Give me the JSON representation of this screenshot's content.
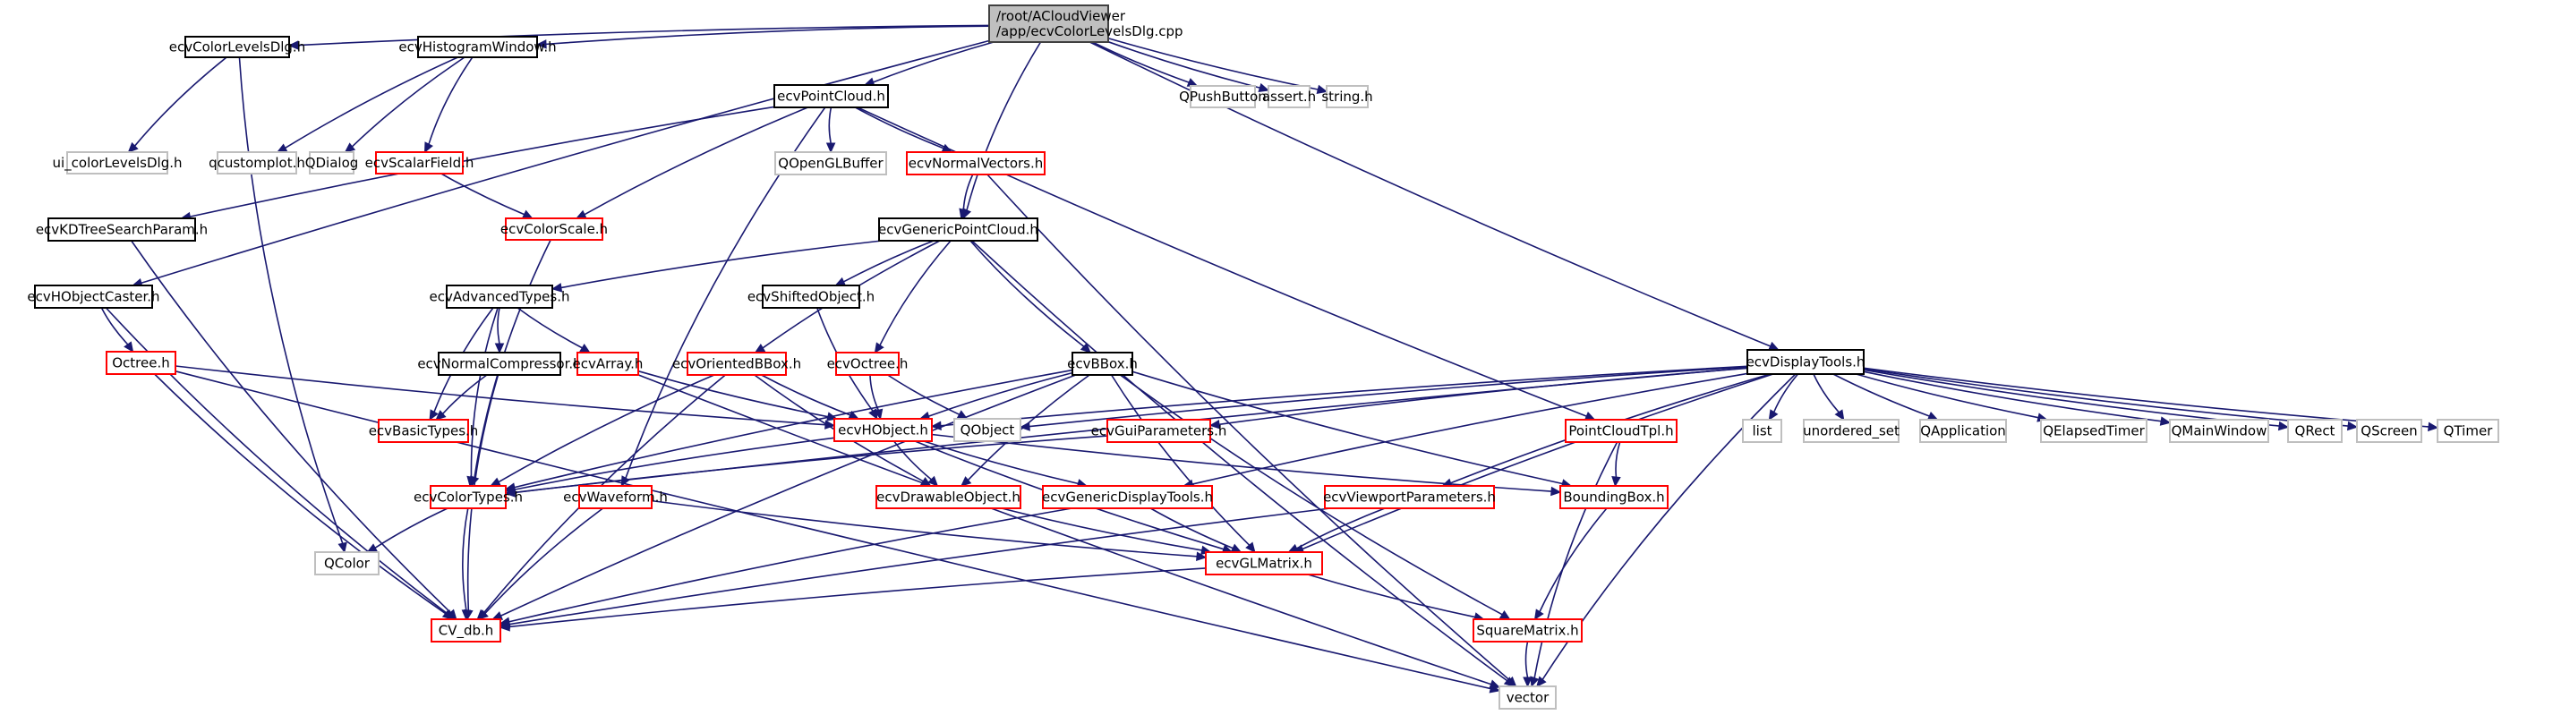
{
  "title": "Include dependency graph for ecvColorLevelsDlg.cpp",
  "colors": {
    "root_fill": "#bfbfbf",
    "root_border": "#404040",
    "documented_border": "#000000",
    "truncated_border": "#ff0000",
    "external_border": "#bfbfbf",
    "edge": "#191970"
  },
  "nodes": [
    {
      "id": "root",
      "label": [
        "/root/ACloudViewer",
        "/app/ecvColorLevelsDlg.cpp"
      ],
      "kind": "root"
    },
    {
      "id": "ecvColorLevelsDlg_h",
      "label": [
        "ecvColorLevelsDlg.h"
      ],
      "kind": "documented"
    },
    {
      "id": "ecvHistogramWindow_h",
      "label": [
        "ecvHistogramWindow.h"
      ],
      "kind": "documented"
    },
    {
      "id": "ecvPointCloud_h",
      "label": [
        "ecvPointCloud.h"
      ],
      "kind": "documented"
    },
    {
      "id": "QPushButton",
      "label": [
        "QPushButton"
      ],
      "kind": "external"
    },
    {
      "id": "assert_h",
      "label": [
        "assert.h"
      ],
      "kind": "external"
    },
    {
      "id": "string_h",
      "label": [
        "string.h"
      ],
      "kind": "external"
    },
    {
      "id": "ui_colorLevelsDlg_h",
      "label": [
        "ui_colorLevelsDlg.h"
      ],
      "kind": "external"
    },
    {
      "id": "qcustomplot_h",
      "label": [
        "qcustomplot.h"
      ],
      "kind": "external"
    },
    {
      "id": "QDialog",
      "label": [
        "QDialog"
      ],
      "kind": "external"
    },
    {
      "id": "ecvScalarField_h",
      "label": [
        "ecvScalarField.h"
      ],
      "kind": "truncated"
    },
    {
      "id": "QOpenGLBuffer",
      "label": [
        "QOpenGLBuffer"
      ],
      "kind": "external"
    },
    {
      "id": "ecvNormalVectors_h",
      "label": [
        "ecvNormalVectors.h"
      ],
      "kind": "truncated"
    },
    {
      "id": "ecvKDTreeSearchParam_h",
      "label": [
        "ecvKDTreeSearchParam.h"
      ],
      "kind": "documented"
    },
    {
      "id": "ecvColorScale_h",
      "label": [
        "ecvColorScale.h"
      ],
      "kind": "truncated"
    },
    {
      "id": "ecvGenericPointCloud_h",
      "label": [
        "ecvGenericPointCloud.h"
      ],
      "kind": "documented"
    },
    {
      "id": "ecvHObjectCaster_h",
      "label": [
        "ecvHObjectCaster.h"
      ],
      "kind": "documented"
    },
    {
      "id": "ecvAdvancedTypes_h",
      "label": [
        "ecvAdvancedTypes.h"
      ],
      "kind": "documented"
    },
    {
      "id": "ecvShiftedObject_h",
      "label": [
        "ecvShiftedObject.h"
      ],
      "kind": "documented"
    },
    {
      "id": "Octree_h",
      "label": [
        "Octree.h"
      ],
      "kind": "truncated"
    },
    {
      "id": "ecvNormalCompressor_h",
      "label": [
        "ecvNormalCompressor.h"
      ],
      "kind": "documented"
    },
    {
      "id": "ecvArray_h",
      "label": [
        "ecvArray.h"
      ],
      "kind": "truncated"
    },
    {
      "id": "ecvOrientedBBox_h",
      "label": [
        "ecvOrientedBBox.h"
      ],
      "kind": "truncated"
    },
    {
      "id": "ecvOctree_h",
      "label": [
        "ecvOctree.h"
      ],
      "kind": "truncated"
    },
    {
      "id": "ecvBBox_h",
      "label": [
        "ecvBBox.h"
      ],
      "kind": "documented"
    },
    {
      "id": "ecvDisplayTools_h",
      "label": [
        "ecvDisplayTools.h"
      ],
      "kind": "documented"
    },
    {
      "id": "ecvBasicTypes_h",
      "label": [
        "ecvBasicTypes.h"
      ],
      "kind": "truncated"
    },
    {
      "id": "ecvHObject_h",
      "label": [
        "ecvHObject.h"
      ],
      "kind": "truncated"
    },
    {
      "id": "QObject",
      "label": [
        "QObject"
      ],
      "kind": "external"
    },
    {
      "id": "ecvGuiParameters_h",
      "label": [
        "ecvGuiParameters.h"
      ],
      "kind": "truncated"
    },
    {
      "id": "PointCloudTpl_h",
      "label": [
        "PointCloudTpl.h"
      ],
      "kind": "truncated"
    },
    {
      "id": "list",
      "label": [
        "list"
      ],
      "kind": "external"
    },
    {
      "id": "unordered_set",
      "label": [
        "unordered_set"
      ],
      "kind": "external"
    },
    {
      "id": "QApplication",
      "label": [
        "QApplication"
      ],
      "kind": "external"
    },
    {
      "id": "QElapsedTimer",
      "label": [
        "QElapsedTimer"
      ],
      "kind": "external"
    },
    {
      "id": "QMainWindow",
      "label": [
        "QMainWindow"
      ],
      "kind": "external"
    },
    {
      "id": "QRect",
      "label": [
        "QRect"
      ],
      "kind": "external"
    },
    {
      "id": "QScreen",
      "label": [
        "QScreen"
      ],
      "kind": "external"
    },
    {
      "id": "QTimer",
      "label": [
        "QTimer"
      ],
      "kind": "external"
    },
    {
      "id": "ecvColorTypes_h",
      "label": [
        "ecvColorTypes.h"
      ],
      "kind": "truncated"
    },
    {
      "id": "ecvWaveform_h",
      "label": [
        "ecvWaveform.h"
      ],
      "kind": "truncated"
    },
    {
      "id": "ecvDrawableObject_h",
      "label": [
        "ecvDrawableObject.h"
      ],
      "kind": "truncated"
    },
    {
      "id": "ecvGenericDisplayTools_h",
      "label": [
        "ecvGenericDisplayTools.h"
      ],
      "kind": "truncated"
    },
    {
      "id": "ecvViewportParameters_h",
      "label": [
        "ecvViewportParameters.h"
      ],
      "kind": "truncated"
    },
    {
      "id": "BoundingBox_h",
      "label": [
        "BoundingBox.h"
      ],
      "kind": "truncated"
    },
    {
      "id": "QColor",
      "label": [
        "QColor"
      ],
      "kind": "external"
    },
    {
      "id": "ecvGLMatrix_h",
      "label": [
        "ecvGLMatrix.h"
      ],
      "kind": "truncated"
    },
    {
      "id": "CV_db_h",
      "label": [
        "CV_db.h"
      ],
      "kind": "truncated"
    },
    {
      "id": "SquareMatrix_h",
      "label": [
        "SquareMatrix.h"
      ],
      "kind": "truncated"
    },
    {
      "id": "vector",
      "label": [
        "vector"
      ],
      "kind": "external"
    }
  ],
  "edges": [
    [
      "root",
      "ecvColorLevelsDlg_h"
    ],
    [
      "root",
      "ecvHistogramWindow_h"
    ],
    [
      "root",
      "ecvPointCloud_h"
    ],
    [
      "root",
      "QPushButton"
    ],
    [
      "root",
      "assert_h"
    ],
    [
      "root",
      "string_h"
    ],
    [
      "root",
      "ecvHObjectCaster_h"
    ],
    [
      "root",
      "ecvGenericPointCloud_h"
    ],
    [
      "root",
      "ecvDisplayTools_h"
    ],
    [
      "ecvColorLevelsDlg_h",
      "ui_colorLevelsDlg_h"
    ],
    [
      "ecvColorLevelsDlg_h",
      "QColor"
    ],
    [
      "ecvHistogramWindow_h",
      "qcustomplot_h"
    ],
    [
      "ecvHistogramWindow_h",
      "QDialog"
    ],
    [
      "ecvHistogramWindow_h",
      "ecvScalarField_h"
    ],
    [
      "ecvScalarField_h",
      "ecvColorScale_h"
    ],
    [
      "ecvPointCloud_h",
      "QOpenGLBuffer"
    ],
    [
      "ecvPointCloud_h",
      "ecvNormalVectors_h"
    ],
    [
      "ecvPointCloud_h",
      "ecvKDTreeSearchParam_h"
    ],
    [
      "ecvPointCloud_h",
      "ecvColorScale_h"
    ],
    [
      "ecvPointCloud_h",
      "ecvWaveform_h"
    ],
    [
      "ecvPointCloud_h",
      "PointCloudTpl_h"
    ],
    [
      "ecvNormalVectors_h",
      "ecvGenericPointCloud_h"
    ],
    [
      "ecvNormalVectors_h",
      "vector"
    ],
    [
      "ecvKDTreeSearchParam_h",
      "CV_db_h"
    ],
    [
      "ecvColorScale_h",
      "ecvColorTypes_h"
    ],
    [
      "ecvGenericPointCloud_h",
      "ecvAdvancedTypes_h"
    ],
    [
      "ecvGenericPointCloud_h",
      "ecvShiftedObject_h"
    ],
    [
      "ecvGenericPointCloud_h",
      "ecvOrientedBBox_h"
    ],
    [
      "ecvGenericPointCloud_h",
      "ecvOctree_h"
    ],
    [
      "ecvGenericPointCloud_h",
      "ecvBBox_h"
    ],
    [
      "ecvGenericPointCloud_h",
      "vector"
    ],
    [
      "ecvHObjectCaster_h",
      "Octree_h"
    ],
    [
      "ecvHObjectCaster_h",
      "CV_db_h"
    ],
    [
      "Octree_h",
      "ecvHObject_h"
    ],
    [
      "Octree_h",
      "CV_db_h"
    ],
    [
      "Octree_h",
      "vector"
    ],
    [
      "ecvAdvancedTypes_h",
      "ecvNormalCompressor_h"
    ],
    [
      "ecvAdvancedTypes_h",
      "ecvArray_h"
    ],
    [
      "ecvAdvancedTypes_h",
      "ecvBasicTypes_h"
    ],
    [
      "ecvAdvancedTypes_h",
      "ecvColorTypes_h"
    ],
    [
      "ecvNormalCompressor_h",
      "ecvBasicTypes_h"
    ],
    [
      "ecvNormalCompressor_h",
      "CV_db_h"
    ],
    [
      "ecvArray_h",
      "ecvHObject_h"
    ],
    [
      "ecvArray_h",
      "vector"
    ],
    [
      "ecvShiftedObject_h",
      "ecvHObject_h"
    ],
    [
      "ecvOrientedBBox_h",
      "ecvHObject_h"
    ],
    [
      "ecvOrientedBBox_h",
      "ecvColorTypes_h"
    ],
    [
      "ecvOrientedBBox_h",
      "ecvDrawableObject_h"
    ],
    [
      "ecvOrientedBBox_h",
      "CV_db_h"
    ],
    [
      "ecvOctree_h",
      "ecvHObject_h"
    ],
    [
      "ecvOctree_h",
      "QObject"
    ],
    [
      "ecvBBox_h",
      "ecvHObject_h"
    ],
    [
      "ecvBBox_h",
      "ecvColorTypes_h"
    ],
    [
      "ecvBBox_h",
      "ecvDrawableObject_h"
    ],
    [
      "ecvBBox_h",
      "ecvGLMatrix_h"
    ],
    [
      "ecvBBox_h",
      "BoundingBox_h"
    ],
    [
      "ecvBBox_h",
      "SquareMatrix_h"
    ],
    [
      "ecvBBox_h",
      "CV_db_h"
    ],
    [
      "ecvHObject_h",
      "ecvDrawableObject_h"
    ],
    [
      "ecvHObject_h",
      "ecvGenericDisplayTools_h"
    ],
    [
      "ecvHObject_h",
      "ecvGLMatrix_h"
    ],
    [
      "ecvHObject_h",
      "BoundingBox_h"
    ],
    [
      "ecvHObject_h",
      "ecvColorTypes_h"
    ],
    [
      "ecvGuiParameters_h",
      "ecvColorTypes_h"
    ],
    [
      "ecvDisplayTools_h",
      "ecvHObject_h"
    ],
    [
      "ecvDisplayTools_h",
      "QObject"
    ],
    [
      "ecvDisplayTools_h",
      "ecvGuiParameters_h"
    ],
    [
      "ecvDisplayTools_h",
      "ecvGenericDisplayTools_h"
    ],
    [
      "ecvDisplayTools_h",
      "ecvViewportParameters_h"
    ],
    [
      "ecvDisplayTools_h",
      "ecvGLMatrix_h"
    ],
    [
      "ecvDisplayTools_h",
      "list"
    ],
    [
      "ecvDisplayTools_h",
      "unordered_set"
    ],
    [
      "ecvDisplayTools_h",
      "QApplication"
    ],
    [
      "ecvDisplayTools_h",
      "QElapsedTimer"
    ],
    [
      "ecvDisplayTools_h",
      "QMainWindow"
    ],
    [
      "ecvDisplayTools_h",
      "QRect"
    ],
    [
      "ecvDisplayTools_h",
      "QScreen"
    ],
    [
      "ecvDisplayTools_h",
      "QTimer"
    ],
    [
      "ecvDisplayTools_h",
      "vector"
    ],
    [
      "ecvDisplayTools_h",
      "ecvColorTypes_h"
    ],
    [
      "PointCloudTpl_h",
      "BoundingBox_h"
    ],
    [
      "PointCloudTpl_h",
      "vector"
    ],
    [
      "ecvColorTypes_h",
      "QColor"
    ],
    [
      "ecvColorTypes_h",
      "CV_db_h"
    ],
    [
      "ecvWaveform_h",
      "ecvGLMatrix_h"
    ],
    [
      "ecvWaveform_h",
      "CV_db_h"
    ],
    [
      "ecvDrawableObject_h",
      "ecvGLMatrix_h"
    ],
    [
      "ecvGenericDisplayTools_h",
      "ecvGLMatrix_h"
    ],
    [
      "ecvGenericDisplayTools_h",
      "CV_db_h"
    ],
    [
      "ecvViewportParameters_h",
      "ecvGLMatrix_h"
    ],
    [
      "ecvViewportParameters_h",
      "CV_db_h"
    ],
    [
      "BoundingBox_h",
      "SquareMatrix_h"
    ],
    [
      "ecvGLMatrix_h",
      "CV_db_h"
    ],
    [
      "ecvGLMatrix_h",
      "SquareMatrix_h"
    ],
    [
      "SquareMatrix_h",
      "vector"
    ]
  ]
}
